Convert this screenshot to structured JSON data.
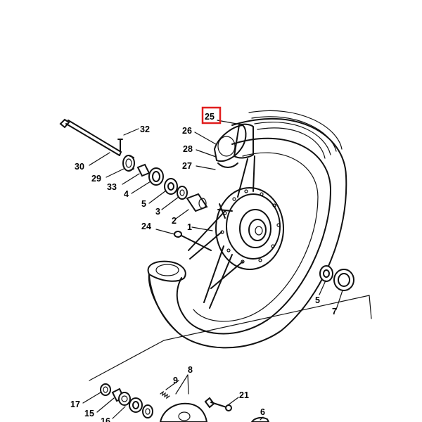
{
  "diagram": {
    "highlight_color": "#e11d1d",
    "line_color": "#111111",
    "callouts": [
      {
        "id": "25",
        "text": "25",
        "highlighted": true
      },
      {
        "id": "26",
        "text": "26"
      },
      {
        "id": "28",
        "text": "28"
      },
      {
        "id": "27",
        "text": "27"
      },
      {
        "id": "32",
        "text": "32"
      },
      {
        "id": "30",
        "text": "30"
      },
      {
        "id": "29",
        "text": "29"
      },
      {
        "id": "33",
        "text": "33"
      },
      {
        "id": "4",
        "text": "4"
      },
      {
        "id": "5a",
        "text": "5"
      },
      {
        "id": "3",
        "text": "3"
      },
      {
        "id": "2",
        "text": "2"
      },
      {
        "id": "1",
        "text": "1"
      },
      {
        "id": "24",
        "text": "24"
      },
      {
        "id": "5b",
        "text": "5"
      },
      {
        "id": "7",
        "text": "7"
      },
      {
        "id": "8",
        "text": "8"
      },
      {
        "id": "9",
        "text": "9"
      },
      {
        "id": "17",
        "text": "17"
      },
      {
        "id": "15",
        "text": "15"
      },
      {
        "id": "16",
        "text": "16"
      },
      {
        "id": "21",
        "text": "21"
      },
      {
        "id": "6",
        "text": "6"
      }
    ]
  }
}
